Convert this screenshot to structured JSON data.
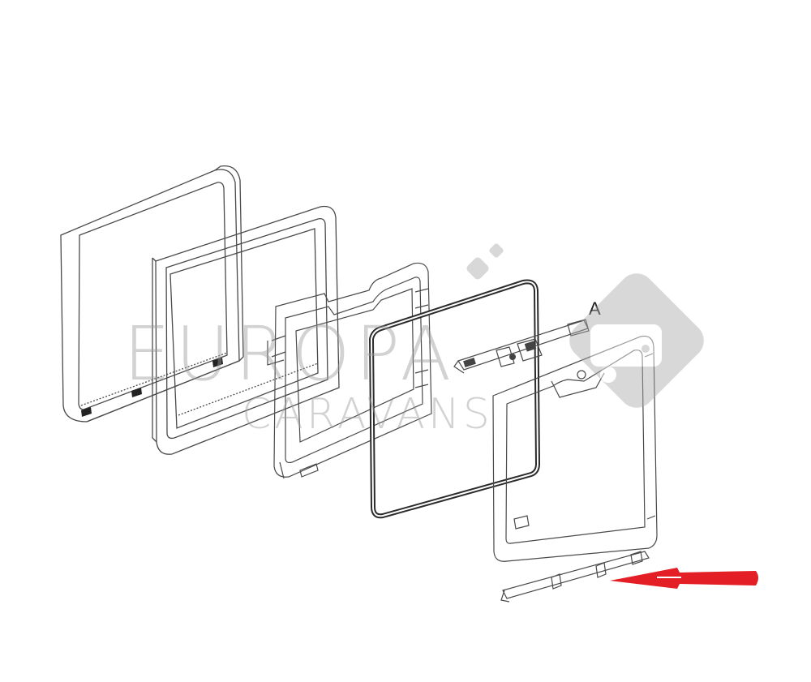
{
  "diagram": {
    "label_a": "A",
    "parts": [
      {
        "name": "outer-frame"
      },
      {
        "name": "inner-frame"
      },
      {
        "name": "mounting-frame"
      },
      {
        "name": "rubber-seal"
      },
      {
        "name": "hinge-mechanism-a"
      },
      {
        "name": "window-pane-frame"
      },
      {
        "name": "latch-rail"
      }
    ],
    "highlight_arrow": {
      "target": "latch-rail",
      "color": "#e31e24"
    }
  },
  "watermark": {
    "line1": "EUROPA",
    "line2": "CARAVANS",
    "icon": "caravan-logo-icon",
    "color": "#9a9a9a"
  },
  "colors": {
    "line": "#4a4a4a",
    "seal": "#2b2b2b",
    "arrow": "#e31e24"
  }
}
